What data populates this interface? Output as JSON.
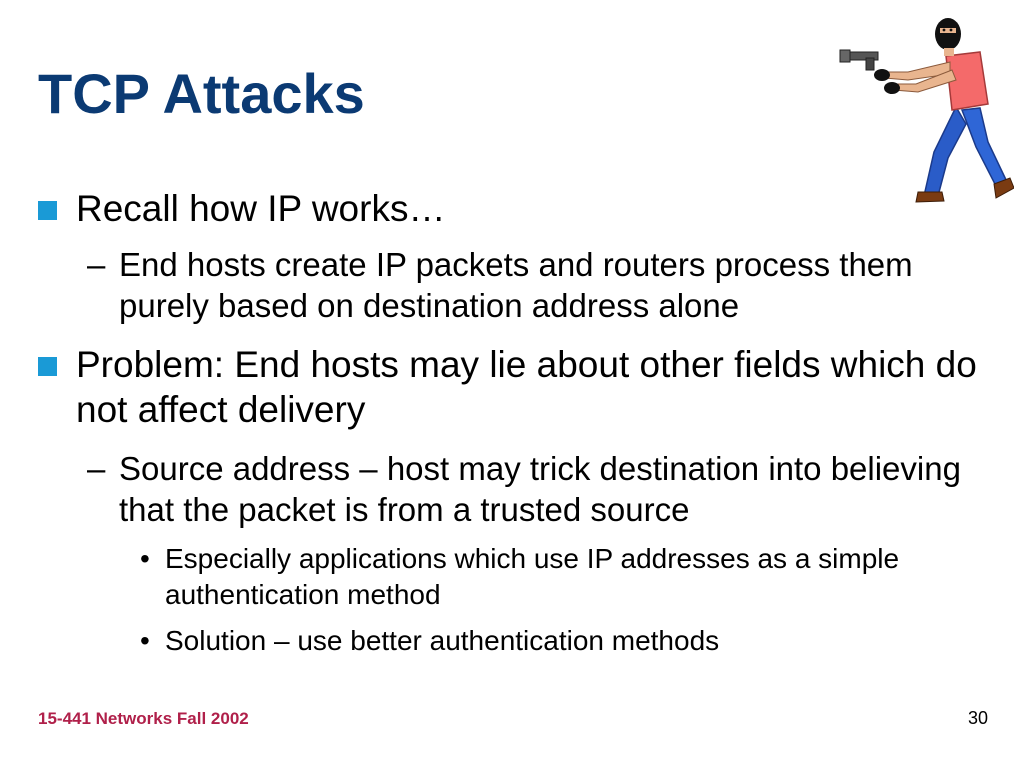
{
  "slide": {
    "title": "TCP Attacks",
    "bullets": [
      {
        "text": "Recall how IP works…",
        "sub": [
          {
            "marker": "–",
            "text": "End hosts create IP packets and routers process them purely based on destination address alone"
          }
        ]
      },
      {
        "text": "Problem: End hosts may lie about other fields which do not affect delivery",
        "sub": [
          {
            "marker": "–",
            "text": "Source address – host may trick destination into believing that the packet is from a trusted source"
          }
        ],
        "subsub": [
          {
            "marker": "•",
            "text": "Especially applications which use IP addresses as a simple authentication method"
          },
          {
            "marker": "•",
            "text": "Solution – use better authentication methods"
          }
        ]
      }
    ],
    "footer": {
      "course": "15-441 Networks Fall 2002",
      "page_number": "30"
    },
    "clipart_icon": "masked-gunman-icon",
    "colors": {
      "title": "#0b3a73",
      "bullet": "#1a9ad6",
      "footer": "#b0204a"
    }
  }
}
